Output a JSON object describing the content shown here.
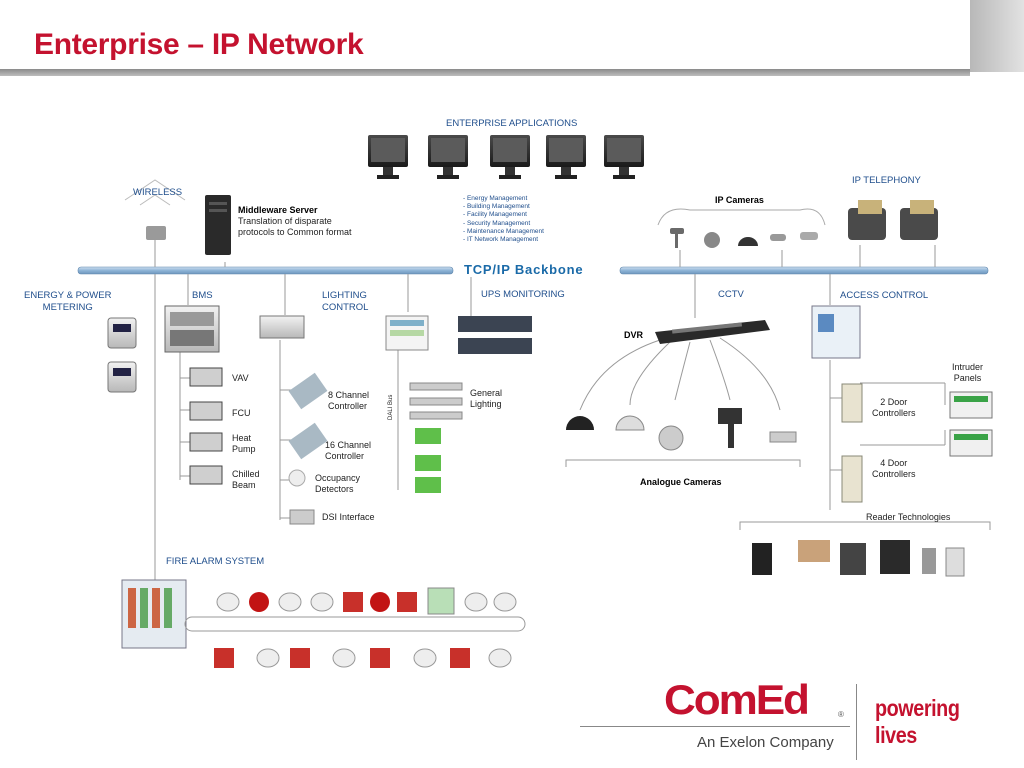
{
  "title": "Enterprise – IP Network",
  "backbone": "TCP/IP Backbone",
  "enterprise_applications": {
    "label": "ENTERPRISE APPLICATIONS",
    "list": [
      "- Energy Management",
      "- Building Management",
      "- Facility Management",
      "- Security Management",
      "- Maintenance Management",
      "- IT Network Management"
    ]
  },
  "wireless": "WIRELESS",
  "middleware": {
    "title": "Middleware Server",
    "line1": "Translation of disparate",
    "line2": "protocols to Common format"
  },
  "ip_cameras": "IP Cameras",
  "ip_telephony": "IP TELEPHONY",
  "energy": {
    "line1": "ENERGY & POWER",
    "line2": "METERING"
  },
  "bms": {
    "label": "BMS",
    "items": [
      "VAV",
      "FCU",
      "Heat",
      "Pump",
      "Chilled",
      "Beam"
    ]
  },
  "lighting": {
    "line1": "LIGHTING",
    "line2": "CONTROL",
    "ch8_a": "8 Channel",
    "ch8_b": "Controller",
    "ch16_a": "16 Channel",
    "ch16_b": "Controller",
    "occ_a": "Occupancy",
    "occ_b": "Detectors",
    "dsi": "DSI Interface",
    "dali": "DALI Bus",
    "general_a": "General",
    "general_b": "Lighting"
  },
  "ups": "UPS MONITORING",
  "cctv": {
    "label": "CCTV",
    "dvr": "DVR",
    "analogue": "Analogue Cameras"
  },
  "access": {
    "label": "ACCESS CONTROL",
    "intruder_a": "Intruder",
    "intruder_b": "Panels",
    "two_a": "2 Door",
    "two_b": "Controllers",
    "four_a": "4 Door",
    "four_b": "Controllers",
    "reader": "Reader Technologies"
  },
  "fire": "FIRE ALARM SYSTEM",
  "brand": {
    "logo": "ComEd",
    "reg": "®",
    "tagline": "powering lives",
    "sub": "An Exelon Company"
  },
  "colors": {
    "title_red": "#c4122f",
    "label_blue": "#1f4e8c",
    "backbone_blue": "#8db3d6"
  }
}
